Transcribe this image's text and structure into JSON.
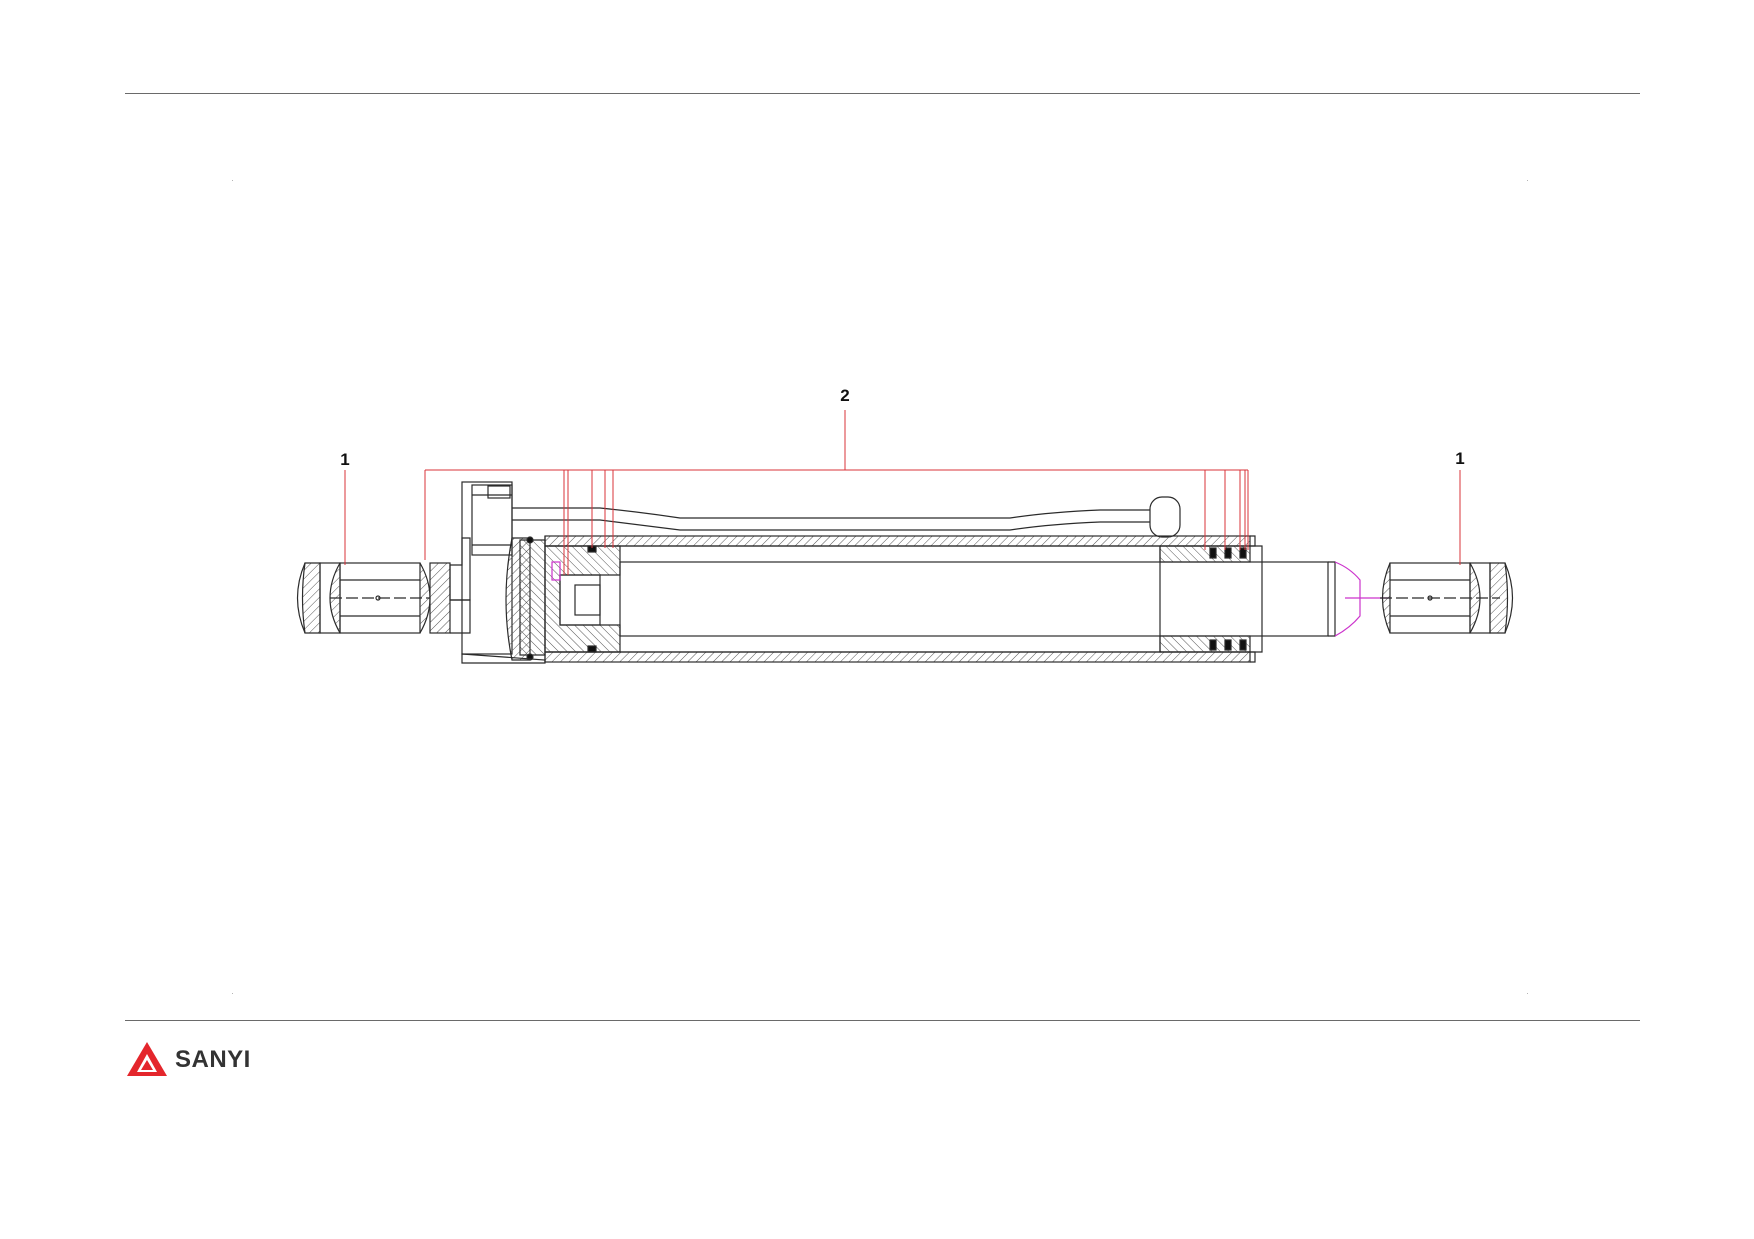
{
  "colors": {
    "outline": "#2b2b2b",
    "hatch": "#555555",
    "leader": "#d9333a",
    "seal": "#cc33cc",
    "brand": "#e4262c",
    "frame": "#6a6a6a"
  },
  "callouts": [
    {
      "id": "left-eye",
      "label": "1"
    },
    {
      "id": "cylinder-body",
      "label": "2"
    },
    {
      "id": "right-eye",
      "label": "1"
    }
  ],
  "logo": {
    "text": "SANYI",
    "icon": "sanyi-logo-icon"
  }
}
